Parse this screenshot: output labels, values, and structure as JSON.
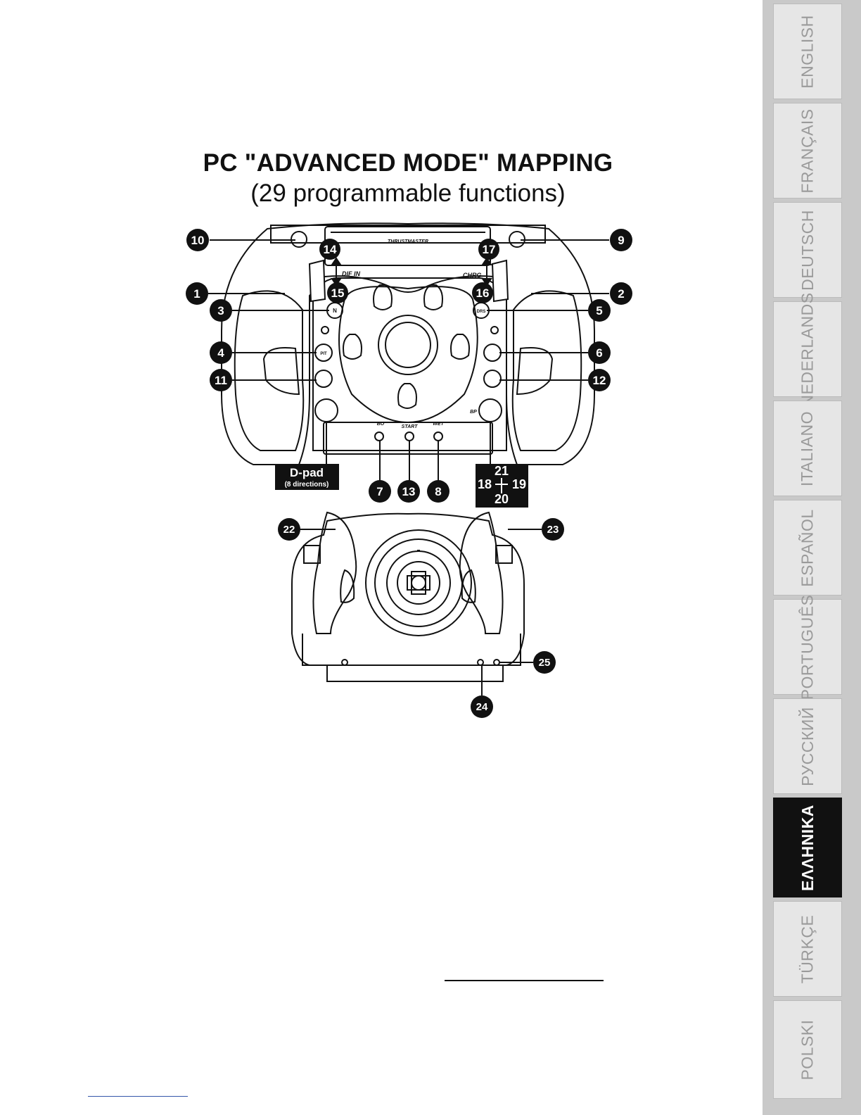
{
  "page": {
    "title": "PC \"ADVANCED MODE\" MAPPING",
    "subtitle": "(29 programmable functions)"
  },
  "wheel": {
    "brand": "THRUSTMASTER",
    "labels": {
      "dif_in": "DIF IN",
      "chrg": "CHRG",
      "bo": "BO",
      "start": "START",
      "wet": "WET",
      "bp": "BP"
    },
    "button_glyphs": {
      "n": "N",
      "drs": "DRS",
      "pit": "PIT"
    },
    "callouts": [
      "1",
      "2",
      "3",
      "4",
      "5",
      "6",
      "7",
      "8",
      "9",
      "10",
      "11",
      "12",
      "13",
      "14",
      "15",
      "16",
      "17",
      "22",
      "23",
      "24",
      "25"
    ],
    "dpad_box": {
      "title": "D-pad",
      "subtitle": "(8 directions)"
    },
    "hat_box": {
      "up": "21",
      "left": "18",
      "right": "19",
      "down": "20"
    }
  },
  "sidebar": {
    "languages": [
      {
        "label": "ENGLISH",
        "active": false
      },
      {
        "label": "FRANÇAIS",
        "active": false
      },
      {
        "label": "DEUTSCH",
        "active": false
      },
      {
        "label": "NEDERLANDS",
        "active": false
      },
      {
        "label": "ITALIANO",
        "active": false
      },
      {
        "label": "ESPAÑOL",
        "active": false
      },
      {
        "label": "PORTUGUÊS",
        "active": false
      },
      {
        "label": "РУССКИЙ",
        "active": false
      },
      {
        "label": "ΕΛΛΗΝΙΚΑ",
        "active": true
      },
      {
        "label": "TÜRKÇE",
        "active": false
      },
      {
        "label": "POLSKI",
        "active": false
      }
    ]
  }
}
